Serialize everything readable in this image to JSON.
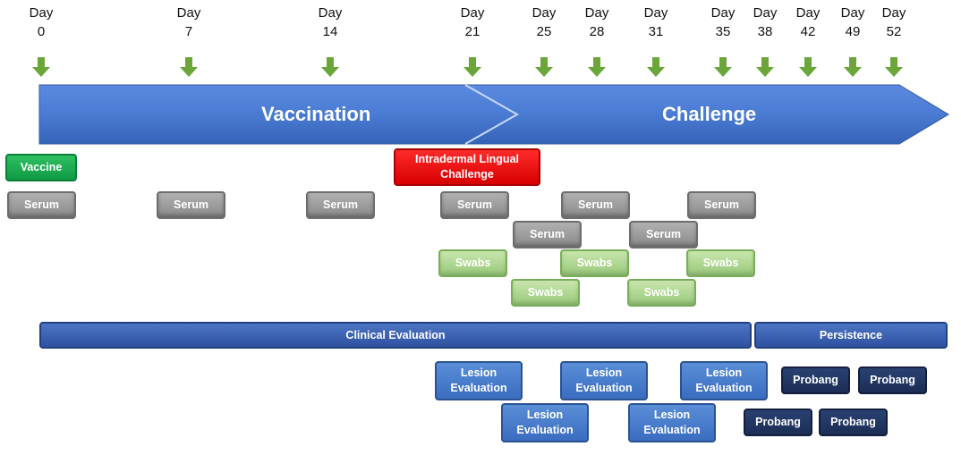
{
  "timeline": {
    "day_word": "Day",
    "days": [
      "0",
      "7",
      "14",
      "21",
      "25",
      "28",
      "31",
      "35",
      "38",
      "42",
      "49",
      "52"
    ],
    "arrow_color": "#6aa63a"
  },
  "phases": {
    "vaccination": "Vaccination",
    "challenge": "Challenge",
    "color": "#4a7bd2"
  },
  "events": {
    "vaccine": "Vaccine",
    "intradermal_challenge": "Intradermal Lingual Challenge",
    "serum": "Serum",
    "swabs": "Swabs",
    "clinical_evaluation": "Clinical Evaluation",
    "persistence": "Persistence",
    "lesion_evaluation": "Lesion Evaluation",
    "probang": "Probang"
  },
  "colors": {
    "vaccine": "#16a34a",
    "challenge": "#e60000",
    "serum": "#9a9a9a",
    "swabs": "#b0d894",
    "evaluation": "#3a6cc0",
    "probang": "#1f335e"
  }
}
